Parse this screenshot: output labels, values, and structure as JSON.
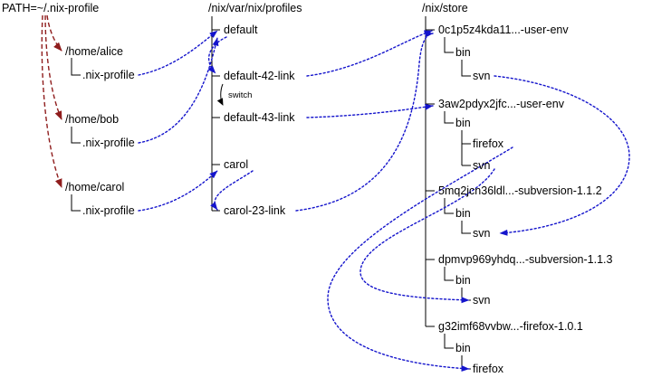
{
  "headers": {
    "path_env": "PATH=~/.nix-profile",
    "profiles_dir": "/nix/var/nix/profiles",
    "store_dir": "/nix/store"
  },
  "homes": [
    {
      "dir": "/home/alice",
      "link": ".nix-profile"
    },
    {
      "dir": "/home/bob",
      "link": ".nix-profile"
    },
    {
      "dir": "/home/carol",
      "link": ".nix-profile"
    }
  ],
  "profiles": {
    "default": "default",
    "default_42": "default-42-link",
    "default_43": "default-43-link",
    "carol": "carol",
    "carol_23": "carol-23-link"
  },
  "annotations": {
    "switch": "switch"
  },
  "store": [
    {
      "name": "0c1p5z4kda11...-user-env",
      "bin": "bin",
      "children": [
        "svn"
      ]
    },
    {
      "name": "3aw2pdyx2jfc...-user-env",
      "bin": "bin",
      "children": [
        "firefox",
        "svn"
      ]
    },
    {
      "name": "5mq2jcn36ldl...-subversion-1.1.2",
      "bin": "bin",
      "children": [
        "svn"
      ]
    },
    {
      "name": "dpmvp969yhdq...-subversion-1.1.3",
      "bin": "bin",
      "children": [
        "svn"
      ]
    },
    {
      "name": "g32imf68vvbw...-firefox-1.0.1",
      "bin": "bin",
      "children": [
        "firefox"
      ]
    }
  ],
  "edges": {
    "symlinks": [
      {
        "from": "/home/alice/.nix-profile",
        "to": "/nix/var/nix/profiles/default"
      },
      {
        "from": "/home/bob/.nix-profile",
        "to": "/nix/var/nix/profiles/default"
      },
      {
        "from": "/home/carol/.nix-profile",
        "to": "/nix/var/nix/profiles/carol"
      },
      {
        "from": "default",
        "to": "default-42-link"
      },
      {
        "from": "carol",
        "to": "carol-23-link"
      },
      {
        "from": "default-42-link",
        "to": "0c1p5z4kda11...-user-env"
      },
      {
        "from": "default-43-link",
        "to": "3aw2pdyx2jfc...-user-env"
      },
      {
        "from": "carol-23-link",
        "to": "0c1p5z4kda11...-user-env"
      },
      {
        "from": "0c1p5z4kda11...-user-env/bin/svn",
        "to": "5mq2jcn36ldl...-subversion-1.1.2/bin/svn"
      },
      {
        "from": "3aw2pdyx2jfc...-user-env/bin/svn",
        "to": "dpmvp969yhdq...-subversion-1.1.3/bin/svn"
      },
      {
        "from": "3aw2pdyx2jfc...-user-env/bin/firefox",
        "to": "g32imf68vvbw...-firefox-1.0.1/bin/firefox"
      }
    ],
    "path_refs": [
      {
        "from": "PATH=~/.nix-profile",
        "to": "/home/alice"
      },
      {
        "from": "PATH=~/.nix-profile",
        "to": "/home/bob"
      },
      {
        "from": "PATH=~/.nix-profile",
        "to": "/home/carol"
      }
    ],
    "switch": {
      "from": "default-42-link",
      "to": "default-43-link",
      "label": "switch"
    }
  },
  "colors": {
    "symlink_arrow": "#1414cc",
    "path_arrow": "#8f1d1d",
    "tree": "#000000",
    "text": "#000000",
    "background": "#ffffff"
  }
}
